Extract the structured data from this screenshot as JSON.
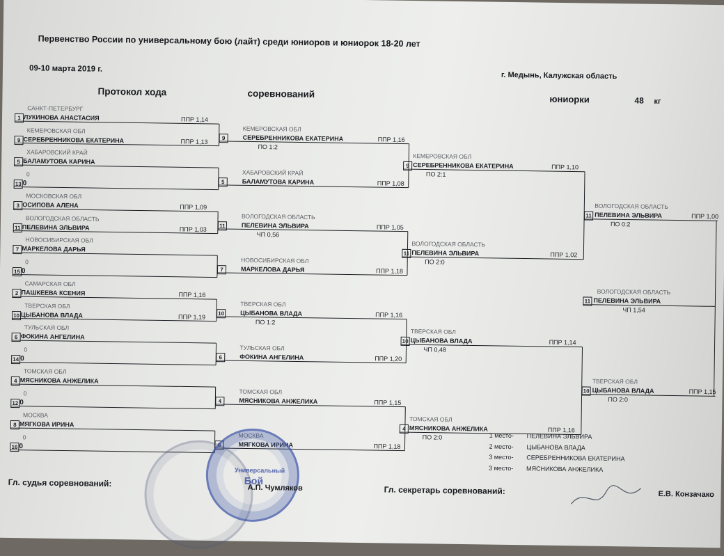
{
  "header": {
    "title": "Первенство России  по универсальному бою (лайт) среди юниоров и юниорок 18-20 лет",
    "dates": "09-10 марта 2019 г.",
    "location": "г. Медынь, Калужская область",
    "protocol_left": "Протокол хода",
    "protocol_right": "соревнований",
    "category": "юниорки",
    "weight": "48",
    "weight_unit": "кг"
  },
  "round1": [
    {
      "region": "САНКТ-ПЕТЕРБУРГ",
      "seed": "1",
      "name": "ЛУКИНОВА АНАСТАСИЯ",
      "score": "ППР 1,14"
    },
    {
      "region": "КЕМЕРОВСКАЯ ОБЛ",
      "seed": "9",
      "name": "СЕРЕБРЕННИКОВА ЕКАТЕРИНА",
      "score": "ППР 1,13"
    },
    {
      "region": "ХАБАРОВСКИЙ КРАЙ",
      "seed": "5",
      "name": "БАЛАМУТОВА КАРИНА",
      "score": ""
    },
    {
      "region": "0",
      "seed": "13",
      "name": "0",
      "score": ""
    },
    {
      "region": "МОСКОВСКАЯ ОБЛ",
      "seed": "3",
      "name": "ОСИПОВА АЛЕНА",
      "score": "ППР 1,09"
    },
    {
      "region": "ВОЛОГОДСКАЯ ОБЛАСТЬ",
      "seed": "11",
      "name": "ПЕЛЕВИНА ЭЛЬВИРА",
      "score": "ППР 1,03"
    },
    {
      "region": "НОВОСИБИРСКАЯ ОБЛ",
      "seed": "7",
      "name": "МАРКЕЛОВА ДАРЬЯ",
      "score": ""
    },
    {
      "region": "0",
      "seed": "15",
      "name": "0",
      "score": ""
    },
    {
      "region": "САМАРСКАЯ ОБЛ",
      "seed": "2",
      "name": "ПАШКЕЕВА КСЕНИЯ",
      "score": "ППР 1,16"
    },
    {
      "region": "ТВЕРСКАЯ ОБЛ",
      "seed": "10",
      "name": "ЦЫБАНОВА ВЛАДА",
      "score": "ППР 1,19"
    },
    {
      "region": "ТУЛЬСКАЯ ОБЛ",
      "seed": "6",
      "name": "ФОКИНА АНГЕЛИНА",
      "score": ""
    },
    {
      "region": "0",
      "seed": "14",
      "name": "0",
      "score": ""
    },
    {
      "region": "ТОМСКАЯ ОБЛ",
      "seed": "4",
      "name": "МЯСНИКОВА АНЖЕЛИКА",
      "score": ""
    },
    {
      "region": "0",
      "seed": "12",
      "name": "0",
      "score": ""
    },
    {
      "region": "МОСКВА",
      "seed": "8",
      "name": "МЯГКОВА ИРИНА",
      "score": ""
    },
    {
      "region": "0",
      "seed": "16",
      "name": "0",
      "score": ""
    }
  ],
  "round2": [
    {
      "region": "КЕМЕРОВСКАЯ ОБЛ",
      "seed": "9",
      "name": "СЕРЕБРЕННИКОВА ЕКАТЕРИНА",
      "score": "ППР 1,16",
      "note": "ПО 1:2"
    },
    {
      "region": "ХАБАРОВСКИЙ КРАЙ",
      "seed": "5",
      "name": "БАЛАМУТОВА КАРИНА",
      "score": "ППР 1,08",
      "note": ""
    },
    {
      "region": "ВОЛОГОДСКАЯ ОБЛАСТЬ",
      "seed": "11",
      "name": "ПЕЛЕВИНА ЭЛЬВИРА",
      "score": "ППР 1,05",
      "note": "ЧП 0,56"
    },
    {
      "region": "НОВОСИБИРСКАЯ ОБЛ",
      "seed": "7",
      "name": "МАРКЕЛОВА ДАРЬЯ",
      "score": "ППР 1,18",
      "note": ""
    },
    {
      "region": "ТВЕРСКАЯ ОБЛ",
      "seed": "10",
      "name": "ЦЫБАНОВА ВЛАДА",
      "score": "ППР 1,16",
      "note": "ПО 1:2"
    },
    {
      "region": "ТУЛЬСКАЯ ОБЛ",
      "seed": "6",
      "name": "ФОКИНА АНГЕЛИНА",
      "score": "ППР 1,20",
      "note": ""
    },
    {
      "region": "ТОМСКАЯ ОБЛ",
      "seed": "4",
      "name": "МЯСНИКОВА АНЖЕЛИКА",
      "score": "ППР 1,15",
      "note": ""
    },
    {
      "region": "МОСКВА",
      "seed": "8",
      "name": "МЯГКОВА ИРИНА",
      "score": "ППР 1,18",
      "note": ""
    }
  ],
  "round3": [
    {
      "region": "КЕМЕРОВСКАЯ ОБЛ",
      "seed": "9",
      "name": "СЕРЕБРЕННИКОВА ЕКАТЕРИНА",
      "score": "ППР 1,10",
      "note": "ПО 2:1"
    },
    {
      "region": "ВОЛОГОДСКАЯ ОБЛАСТЬ",
      "seed": "11",
      "name": "ПЕЛЕВИНА ЭЛЬВИРА",
      "score": "ППР 1,02",
      "note": "ПО 2:0"
    },
    {
      "region": "ТВЕРСКАЯ ОБЛ",
      "seed": "10",
      "name": "ЦЫБАНОВА ВЛАДА",
      "score": "ППР 1,14",
      "note": "ЧП 0,48"
    },
    {
      "region": "ТОМСКАЯ ОБЛ",
      "seed": "4",
      "name": "МЯСНИКОВА АНЖЕЛИКА",
      "score": "ППР 1,16",
      "note": "ПО 2:0"
    }
  ],
  "round4": [
    {
      "region": "ВОЛОГОДСКАЯ ОБЛАСТЬ",
      "seed": "11",
      "name": "ПЕЛЕВИНА ЭЛЬВИРА",
      "score": "ППР 1,00",
      "note": "ПО 0:2"
    },
    {
      "region": "ТВЕРСКАЯ ОБЛ",
      "seed": "10",
      "name": "ЦЫБАНОВА ВЛАДА",
      "score": "ППР 1,15",
      "note": "ПО 2:0"
    }
  ],
  "final": {
    "region": "ВОЛОГОДСКАЯ ОБЛАСТЬ",
    "seed": "11",
    "name": "ПЕЛЕВИНА ЭЛЬВИРА",
    "note": "ЧП 1,54"
  },
  "results": [
    {
      "place": "1 место-",
      "name": "ПЕЛЕВИНА ЭЛЬВИРА"
    },
    {
      "place": "2 место-",
      "name": "ЦЫБАНОВА ВЛАДА"
    },
    {
      "place": "3 место-",
      "name": "СЕРЕБРЕННИКОВА ЕКАТЕРИНА"
    },
    {
      "place": "3 место-",
      "name": "МЯСНИКОВА АНЖЕЛИКА"
    }
  ],
  "footer": {
    "judge_label": "Гл. судья соревнований:",
    "judge_name": "А.П. Чумляков",
    "secretary_label": "Гл. секретарь соревнований:",
    "secretary_name": "Е.В. Конзачако"
  },
  "colors": {
    "ink": "#1c1d22",
    "stamp": "#3f56a8",
    "paper": "#e6e7e5"
  }
}
